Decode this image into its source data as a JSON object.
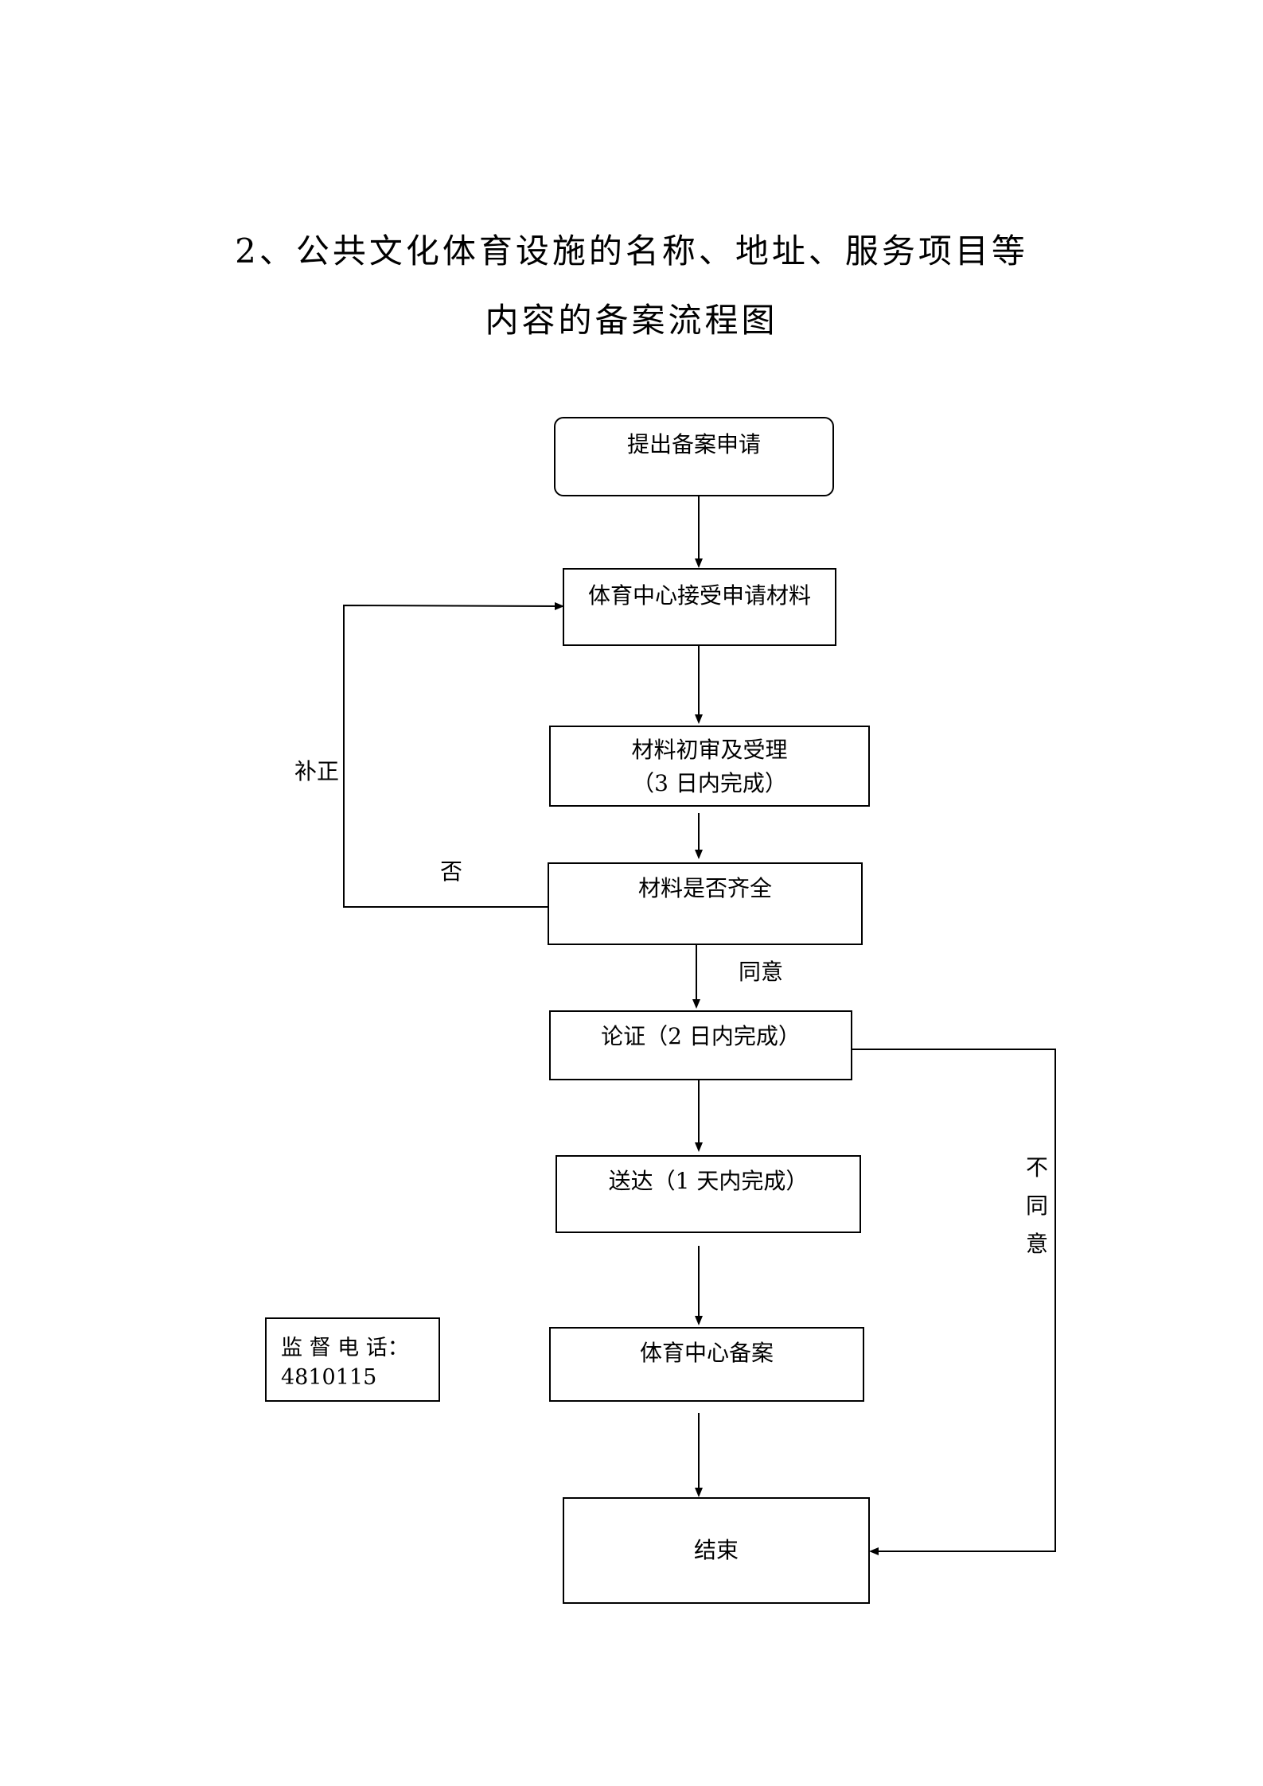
{
  "title": {
    "line1": "2、公共文化体育设施的名称、地址、服务项目等",
    "line2": "内容的备案流程图"
  },
  "steps": {
    "submit": "提出备案申请",
    "receive": "体育中心接受申请材料",
    "review": "材料初审及受理",
    "review_note": "（3 日内完成）",
    "check": "材料是否齐全",
    "demonstrate": "论证（2 日内完成）",
    "deliver": "送达（1 天内完成）",
    "record": "体育中心备案",
    "end": "结束"
  },
  "labels": {
    "supplement": "补正",
    "no": "否",
    "agree": "同意",
    "disagree": [
      "不",
      "同",
      "意"
    ]
  },
  "supervision": {
    "label": "监 督 电 话：",
    "phone": "4810115"
  }
}
